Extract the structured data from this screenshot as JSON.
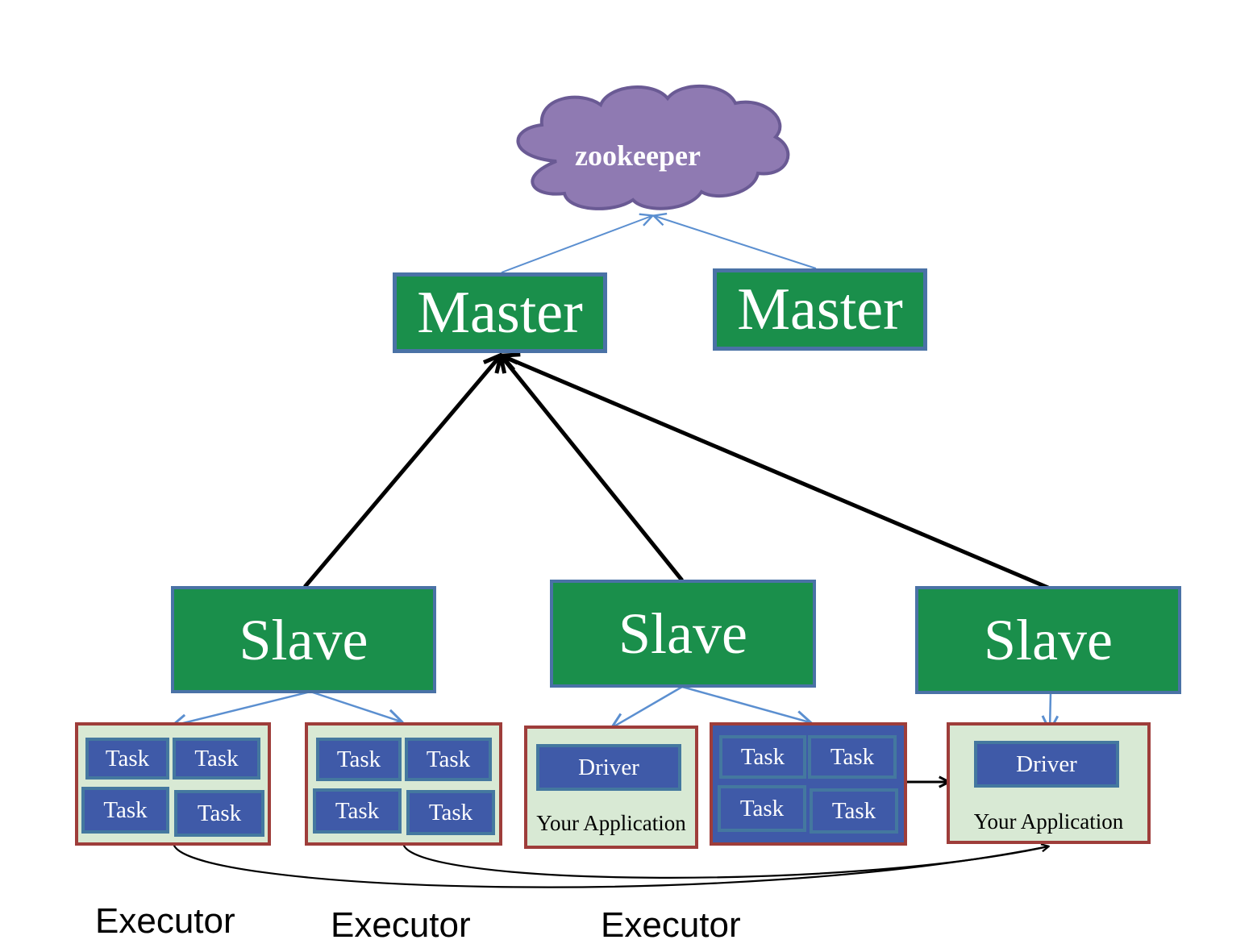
{
  "zookeeper": {
    "label": "zookeeper"
  },
  "masters": [
    {
      "label": "Master"
    },
    {
      "label": "Master"
    }
  ],
  "slaves": [
    {
      "label": "Slave"
    },
    {
      "label": "Slave"
    },
    {
      "label": "Slave"
    }
  ],
  "task_label": "Task",
  "driver_label": "Driver",
  "application_label": "Your Application",
  "executor_labels": [
    "Executor",
    "Executor",
    "Executor"
  ],
  "colors": {
    "node_green": "#1a8f4b",
    "node_border_blue": "#4a72a6",
    "executor_border": "#9e3d3a",
    "executor_fill": "#d8e9d4",
    "task_blue": "#3f5aa8",
    "cloud_purple": "#8f7ab2",
    "connector_blue": "#5b8fd0"
  }
}
